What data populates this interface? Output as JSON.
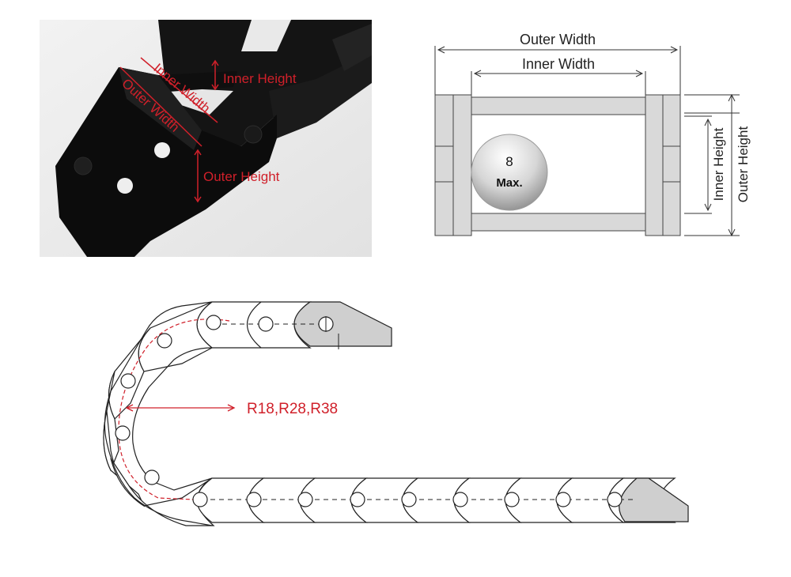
{
  "photo": {
    "inner_height": "Inner Height",
    "inner_width": "Inner Width",
    "outer_width": "Outer Width",
    "outer_height": "Outer Height"
  },
  "cross_section": {
    "outer_width": "Outer Width",
    "inner_width": "Inner Width",
    "inner_height": "Inner Height",
    "outer_height": "Outer Height",
    "ball_value": "8",
    "ball_unit": "Max."
  },
  "radius_diagram": {
    "radius_label": "R18,R28,R38"
  },
  "colors": {
    "annotation_red": "#d0202a",
    "chain_black": "#111111",
    "frame_gray": "#d9d9d9",
    "line_dark": "#333333"
  }
}
